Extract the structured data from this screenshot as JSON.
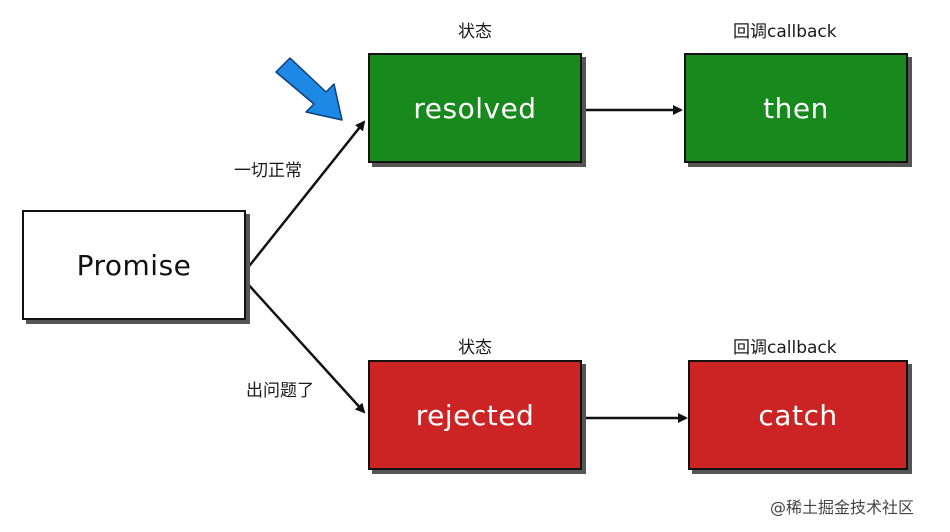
{
  "nodes": {
    "promise": "Promise",
    "resolved": "resolved",
    "then": "then",
    "rejected": "rejected",
    "catch": "catch"
  },
  "labels": {
    "state_top": "状态",
    "callback_top": "回调callback",
    "state_bottom": "状态",
    "callback_bottom": "回调callback",
    "edge_resolved": "一切正常",
    "edge_rejected": "出问题了"
  },
  "watermark": "@稀土掘金技术社区",
  "colors": {
    "resolved": "#17891d",
    "rejected": "#cc2424",
    "pointer_arrow": "#1e88e5"
  },
  "icons": {
    "pointer": "blue-pointer-arrow-icon"
  }
}
